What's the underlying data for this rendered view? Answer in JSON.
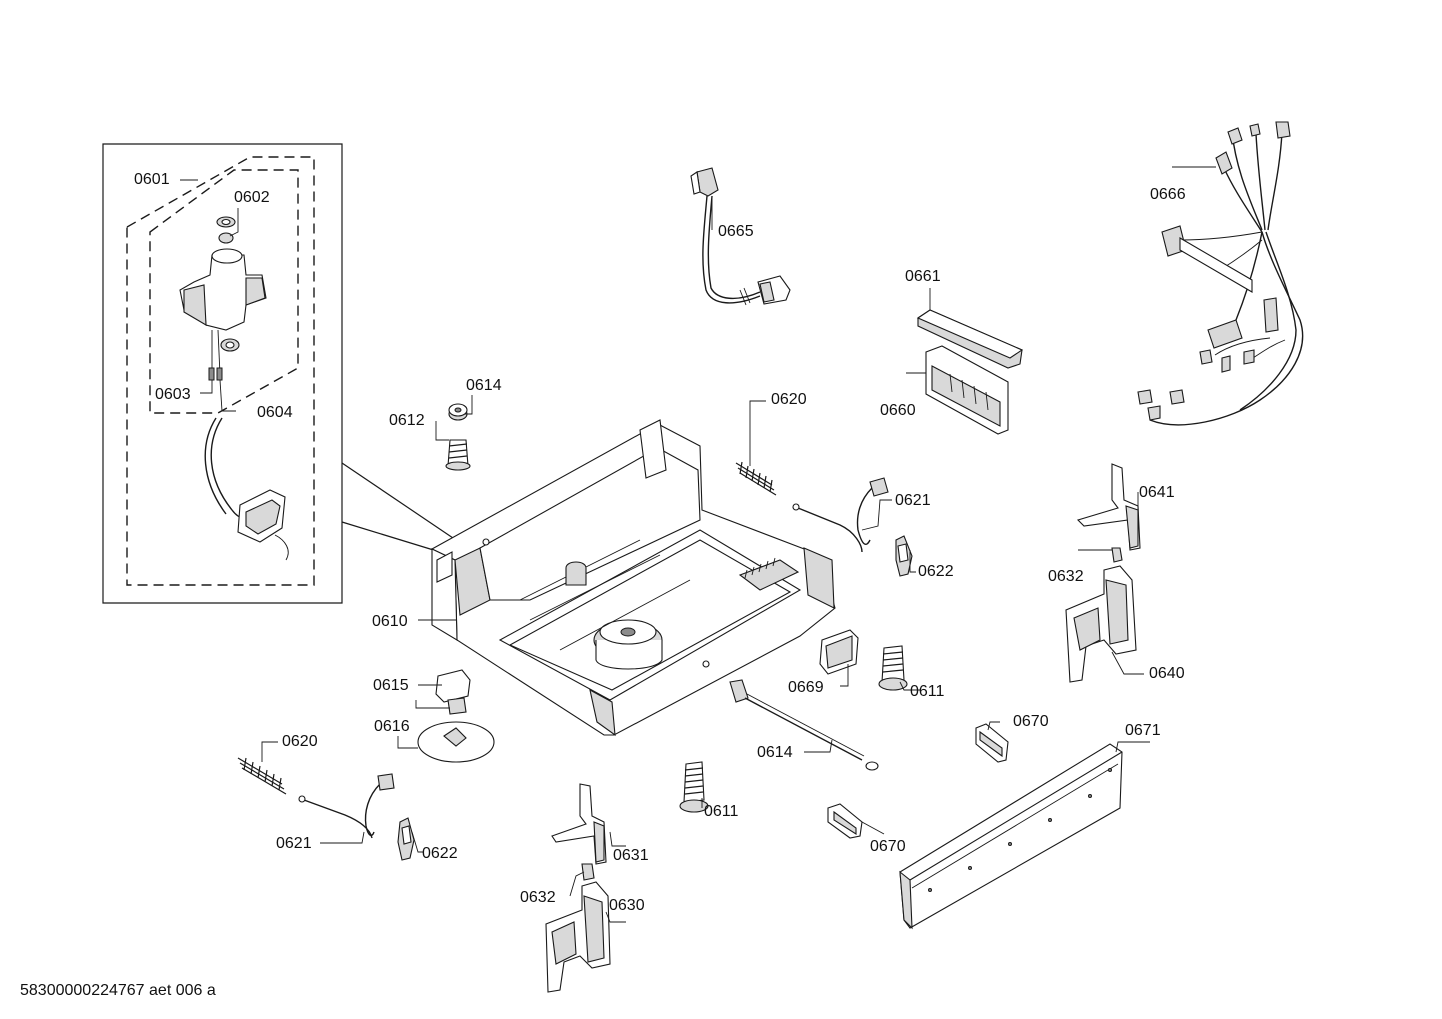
{
  "callouts": [
    {
      "id": "c0601",
      "text": "0601"
    },
    {
      "id": "c0602",
      "text": "0602"
    },
    {
      "id": "c0603",
      "text": "0603"
    },
    {
      "id": "c0604",
      "text": "0604"
    },
    {
      "id": "c0610",
      "text": "0610"
    },
    {
      "id": "c0611a",
      "text": "0611"
    },
    {
      "id": "c0611b",
      "text": "0611"
    },
    {
      "id": "c0612",
      "text": "0612"
    },
    {
      "id": "c0614a",
      "text": "0614"
    },
    {
      "id": "c0614b",
      "text": "0614"
    },
    {
      "id": "c0615",
      "text": "0615"
    },
    {
      "id": "c0616",
      "text": "0616"
    },
    {
      "id": "c0620a",
      "text": "0620"
    },
    {
      "id": "c0620b",
      "text": "0620"
    },
    {
      "id": "c0621a",
      "text": "0621"
    },
    {
      "id": "c0621b",
      "text": "0621"
    },
    {
      "id": "c0622a",
      "text": "0622"
    },
    {
      "id": "c0622b",
      "text": "0622"
    },
    {
      "id": "c0630",
      "text": "0630"
    },
    {
      "id": "c0631",
      "text": "0631"
    },
    {
      "id": "c0632a",
      "text": "0632"
    },
    {
      "id": "c0632b",
      "text": "0632"
    },
    {
      "id": "c0640",
      "text": "0640"
    },
    {
      "id": "c0641",
      "text": "0641"
    },
    {
      "id": "c0660",
      "text": "0660"
    },
    {
      "id": "c0661",
      "text": "0661"
    },
    {
      "id": "c0665",
      "text": "0665"
    },
    {
      "id": "c0666",
      "text": "0666"
    },
    {
      "id": "c0669",
      "text": "0669"
    },
    {
      "id": "c0670a",
      "text": "0670"
    },
    {
      "id": "c0670b",
      "text": "0670"
    },
    {
      "id": "c0671",
      "text": "0671"
    }
  ],
  "footer": {
    "text": "58300000224767 aet 006 a"
  }
}
